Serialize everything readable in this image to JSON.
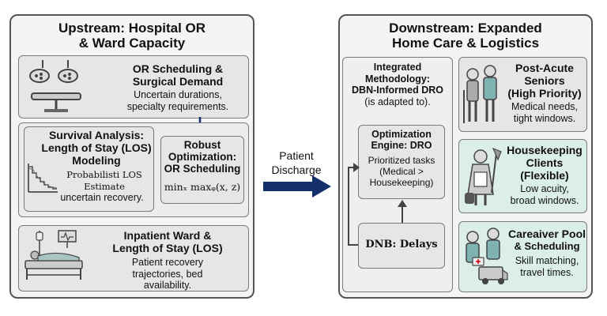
{
  "left": {
    "title_l1": "Upstream: Hospital OR",
    "title_l2": "& Ward Capacity",
    "or_box": {
      "title_l1": "OR Scheduling &",
      "title_l2": "Surgical Demand",
      "text_l1": "Uncertain durations,",
      "text_l2": "specialty requirements."
    },
    "survival": {
      "title_l1": "Survival Analysis:",
      "title_l2": "Length of Stay (LOS)",
      "title_l3": "Modeling",
      "text_l1": "Probabilisti LOS",
      "text_l2": "Estimate",
      "text_l3": "uncertain recovery."
    },
    "robust": {
      "title_l1": "Robust",
      "title_l2": "Optimization:",
      "title_l3": "OR Scheduling",
      "formula": "minₓ maxᵩ(x, z)"
    },
    "ward": {
      "title_l1": "Inpatient Ward &",
      "title_l2": "Length of Stay (LOS)",
      "text_l1": "Patient recovery",
      "text_l2": "trajectories, bed",
      "text_l3": "availability."
    }
  },
  "middle": {
    "label_l1": "Patient",
    "label_l2": "Discharge"
  },
  "right": {
    "title_l1": "Downstream: Expanded",
    "title_l2": "Home Care & Logistics",
    "method": {
      "l1": "Integrated Methodology:",
      "l2": "DBN-Informed DRO",
      "l3": "(is adapted to)."
    },
    "engine": {
      "title_l1": "Optimization",
      "title_l2": "Engine: DRO",
      "text_l1": "Prioritized tasks",
      "text_l2": "(Medical >",
      "text_l3": "Housekeeping)"
    },
    "dnb": {
      "label": "DNB: Delays"
    },
    "seniors": {
      "title_l1": "Post-Acute",
      "title_l2": "Seniors",
      "title_l3": "(High Priority)",
      "text_l1": "Medical needs,",
      "text_l2": "tight windows."
    },
    "housekeeping": {
      "title_l1": "Housekeeping",
      "title_l2": "Clients",
      "title_l3": "(Flexible)",
      "text_l1": "Low acuity,",
      "text_l2": "broad windows."
    },
    "caregiver": {
      "title_l1": "Careaiver Pool",
      "title_l2": "& Scheduling",
      "text_l1": "Skill matching,",
      "text_l2": "travel times."
    }
  },
  "colors": {
    "arrow_blue": "#14306b",
    "teal_box": "#dceee8",
    "grey_box": "#e6e6e6"
  }
}
